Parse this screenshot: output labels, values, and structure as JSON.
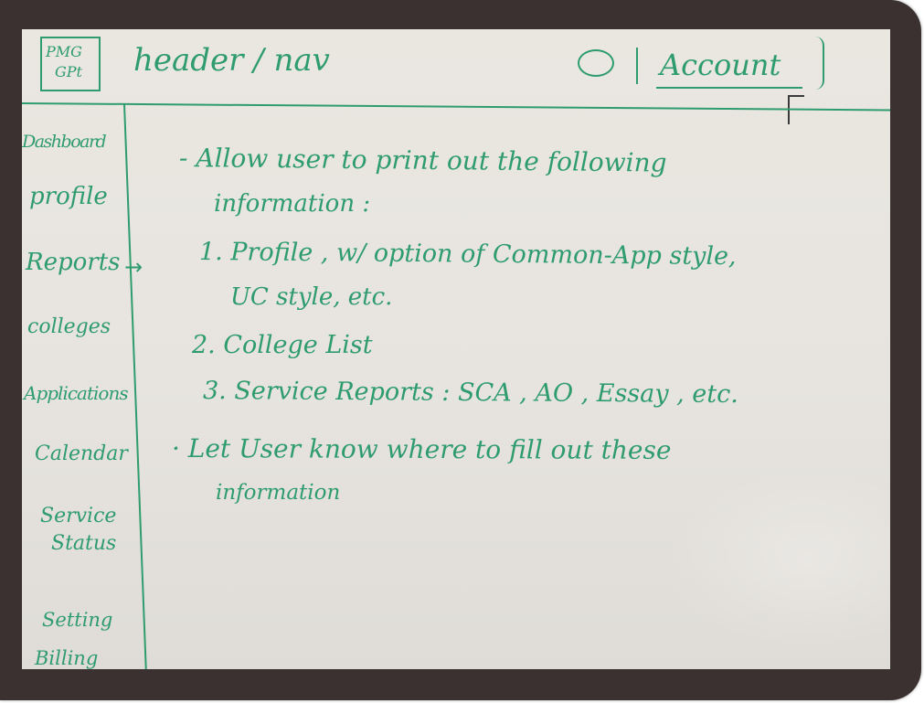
{
  "colors": {
    "ink": "#2f9c6d",
    "frame": "#3a3130",
    "board": "#e9e6e0"
  },
  "header": {
    "logo_line1": "PMG",
    "logo_line2": "GPt",
    "title": "header / nav",
    "search_icon": "circle-search-icon",
    "account_label": "Account"
  },
  "sidebar": {
    "items": [
      {
        "label": "Dashboard"
      },
      {
        "label": "profile"
      },
      {
        "label": "Reports"
      },
      {
        "label": "colleges"
      },
      {
        "label": "Applications"
      },
      {
        "label": "Calendar"
      },
      {
        "label": "Service"
      },
      {
        "label": "Status"
      },
      {
        "label": "Setting"
      },
      {
        "label": "Billing"
      }
    ],
    "active_arrow": "→"
  },
  "main": {
    "lines": [
      "- Allow user to print out the following",
      "information :",
      "1. Profile , w/ option of Common-App style,",
      "UC style, etc.",
      "2. College List",
      "3. Service Reports : SCA , AO , Essay , etc.",
      "· Let User know where to fill out these",
      "information"
    ]
  }
}
